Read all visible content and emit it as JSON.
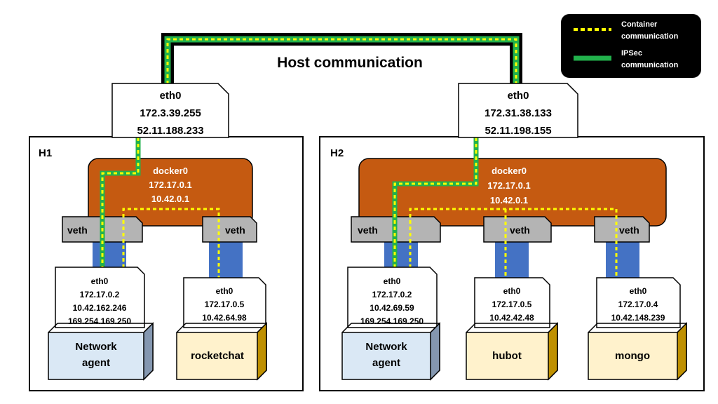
{
  "title": "Host communication",
  "legend": {
    "container_label_1": "Container",
    "container_label_2": "communication",
    "ipsec_label_1": "IPSec",
    "ipsec_label_2": "communication"
  },
  "colors": {
    "ipsec": "#22b14c",
    "container": "#ffff00",
    "docker_bridge": "#c55a11",
    "veth": "#b4b4b4",
    "veth_link": "#4472c4",
    "network_agent": "#dae8f5",
    "app_container": "#fff2cc"
  },
  "h1": {
    "label": "H1",
    "eth0": {
      "name": "eth0",
      "ip1": "172.3.39.255",
      "ip2": "52.11.188.233"
    },
    "docker0": {
      "name": "docker0",
      "ip1": "172.17.0.1",
      "ip2": "10.42.0.1"
    },
    "veth_a": "veth",
    "veth_b": "veth",
    "agent_eth": {
      "name": "eth0",
      "ip1": "172.17.0.2",
      "ip2": "10.42.162.246",
      "ip3": "169.254.169.250"
    },
    "agent_box": {
      "line1": "Network",
      "line2": "agent"
    },
    "app_eth": {
      "name": "eth0",
      "ip1": "172.17.0.5",
      "ip2": "10.42.64.98"
    },
    "app_box": "rocketchat"
  },
  "h2": {
    "label": "H2",
    "eth0": {
      "name": "eth0",
      "ip1": "172.31.38.133",
      "ip2": "52.11.198.155"
    },
    "docker0": {
      "name": "docker0",
      "ip1": "172.17.0.1",
      "ip2": "10.42.0.1"
    },
    "veth_a": "veth",
    "veth_b": "veth",
    "veth_c": "veth",
    "agent_eth": {
      "name": "eth0",
      "ip1": "172.17.0.2",
      "ip2": "10.42.69.59",
      "ip3": "169.254.169.250"
    },
    "agent_box": {
      "line1": "Network",
      "line2": "agent"
    },
    "hubot_eth": {
      "name": "eth0",
      "ip1": "172.17.0.5",
      "ip2": "10.42.42.48"
    },
    "hubot_box": "hubot",
    "mongo_eth": {
      "name": "eth0",
      "ip1": "172.17.0.4",
      "ip2": "10.42.148.239"
    },
    "mongo_box": "mongo"
  }
}
